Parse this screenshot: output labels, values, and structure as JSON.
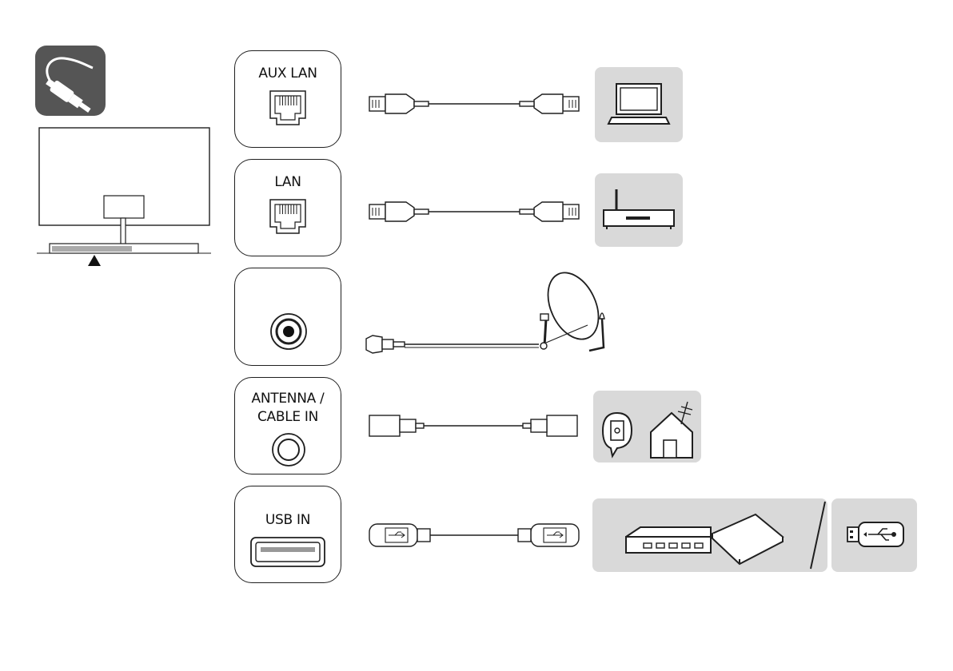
{
  "ports": {
    "aux_lan": {
      "label": "AUX LAN"
    },
    "lan": {
      "label": "LAN"
    },
    "satellite": {
      "label": ""
    },
    "antenna": {
      "line1": "ANTENNA /",
      "line2": "CABLE IN"
    },
    "usb": {
      "label": "USB IN"
    }
  },
  "devices": {
    "aux_lan": "laptop-icon",
    "lan": "router-icon",
    "satellite": "satellite-dish-icon",
    "antenna": "wall-antenna-house-icon",
    "usb": [
      "hdd-icon",
      "external-ssd-icon",
      "usb-flash-drive-icon"
    ]
  },
  "colors": {
    "line": "#1f1f1f",
    "panel": "#d9d9d9",
    "connect_icon_bg": "#555555"
  }
}
